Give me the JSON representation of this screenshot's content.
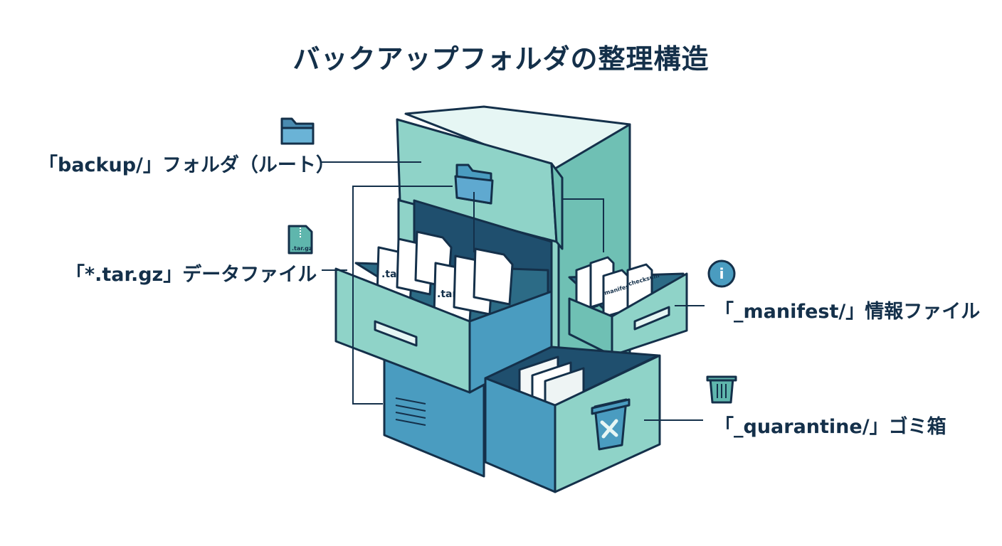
{
  "title": "バックアップフォルダの整理構造",
  "labels": {
    "backup": "「backup/」フォルダ（ルート）",
    "targz": "「*.tar.gz」データファイル",
    "manifest": "「_manifest/」情報ファイル",
    "quarantine": "「_quarantine/」ゴミ箱"
  },
  "icons": {
    "backup": "folder-icon",
    "targz": "zip-file-icon",
    "targz_icon_text": ".tar.gz",
    "manifest": "info-icon",
    "manifest_icon_text": "i",
    "quarantine": "trash-icon"
  },
  "file_labels": {
    "targz": ".tar.gz",
    "manifest": "manifest",
    "checksum": "checksum"
  },
  "colors": {
    "ink": "#14304a",
    "teal_light": "#8fd3c8",
    "teal_mid": "#5fb6ad",
    "blue": "#4a9cc0",
    "dark_inner": "#1f4f6e",
    "paper": "#ffffff"
  }
}
